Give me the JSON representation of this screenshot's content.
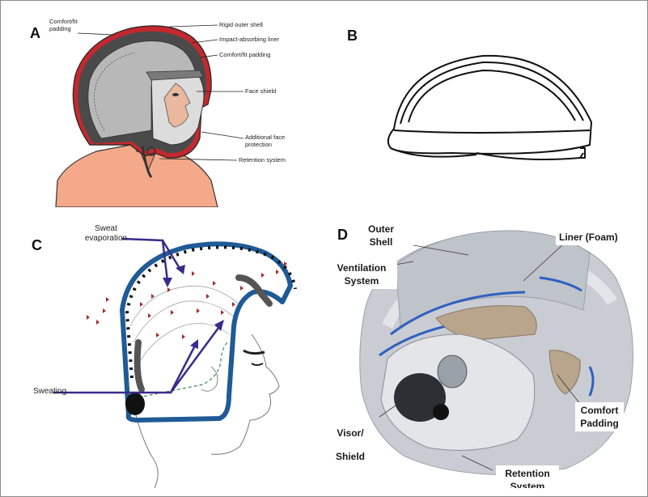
{
  "panels": {
    "a": {
      "letter": "A",
      "labels": {
        "comfort_top": "Comfort/fit padding",
        "rigid_shell": "Rigid outer shell",
        "impact_liner": "Impact-absorbing liner",
        "comfort_right": "Comfort/fit padding",
        "face_shield": "Face shield",
        "additional_face": "Additional face protection",
        "retention": "Retention system"
      }
    },
    "b": {
      "letter": "B"
    },
    "c": {
      "letter": "C",
      "labels": {
        "sweat_evaporation": "Sweat evaporation",
        "sweating": "Sweating"
      }
    },
    "d": {
      "letter": "D",
      "labels": {
        "outer_shell": "Outer Shell",
        "liner": "Liner (Foam)",
        "ventilation": "Ventilation System",
        "comfort_padding": "Comfort Padding",
        "visor": "Visor/ Shield",
        "retention": "Retention System"
      }
    }
  },
  "colors": {
    "helmet_shell_red": "#c4282f",
    "padding_dark": "#4a4a4a",
    "skin": "#f4a98a",
    "helmet_blue": "#1f5b96",
    "arrow_purple": "#3b2a8c",
    "drop_red": "#a12d2d",
    "silver": "#c9cdd3"
  }
}
